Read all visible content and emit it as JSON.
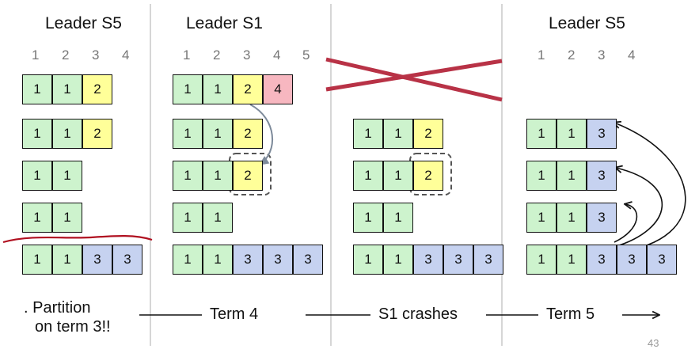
{
  "colors": {
    "term1": "#cdf3cd",
    "term2": "#ffff99",
    "term3": "#c6d2f0",
    "term4": "#f7b7c0",
    "crash_x": "#b83246",
    "partition_line": "#b01020",
    "divider": "#c8c8c8",
    "arrow_gray": "#7d8a9a"
  },
  "panels": [
    {
      "heading": "Leader S5",
      "indices": [
        "1",
        "2",
        "3",
        "4"
      ],
      "servers": [
        [
          {
            "v": "1",
            "t": 1
          },
          {
            "v": "1",
            "t": 1
          },
          {
            "v": "2",
            "t": 2
          }
        ],
        [
          {
            "v": "1",
            "t": 1
          },
          {
            "v": "1",
            "t": 1
          },
          {
            "v": "2",
            "t": 2
          }
        ],
        [
          {
            "v": "1",
            "t": 1
          },
          {
            "v": "1",
            "t": 1
          }
        ],
        [
          {
            "v": "1",
            "t": 1
          },
          {
            "v": "1",
            "t": 1
          }
        ],
        [
          {
            "v": "1",
            "t": 1
          },
          {
            "v": "1",
            "t": 1
          },
          {
            "v": "3",
            "t": 3
          },
          {
            "v": "3",
            "t": 3
          }
        ]
      ]
    },
    {
      "heading": "Leader S1",
      "indices": [
        "1",
        "2",
        "3",
        "4",
        "5"
      ],
      "servers": [
        [
          {
            "v": "1",
            "t": 1
          },
          {
            "v": "1",
            "t": 1
          },
          {
            "v": "2",
            "t": 2
          },
          {
            "v": "4",
            "t": 4
          }
        ],
        [
          {
            "v": "1",
            "t": 1
          },
          {
            "v": "1",
            "t": 1
          },
          {
            "v": "2",
            "t": 2
          }
        ],
        [
          {
            "v": "1",
            "t": 1
          },
          {
            "v": "1",
            "t": 1
          },
          {
            "v": "2",
            "t": 2
          }
        ],
        [
          {
            "v": "1",
            "t": 1
          },
          {
            "v": "1",
            "t": 1
          }
        ],
        [
          {
            "v": "1",
            "t": 1
          },
          {
            "v": "1",
            "t": 1
          },
          {
            "v": "3",
            "t": 3
          },
          {
            "v": "3",
            "t": 3
          },
          {
            "v": "3",
            "t": 3
          }
        ]
      ]
    },
    {
      "heading": "",
      "indices": [],
      "servers": [
        [],
        [
          {
            "v": "1",
            "t": 1
          },
          {
            "v": "1",
            "t": 1
          },
          {
            "v": "2",
            "t": 2
          }
        ],
        [
          {
            "v": "1",
            "t": 1
          },
          {
            "v": "1",
            "t": 1
          },
          {
            "v": "2",
            "t": 2
          }
        ],
        [
          {
            "v": "1",
            "t": 1
          },
          {
            "v": "1",
            "t": 1
          }
        ],
        [
          {
            "v": "1",
            "t": 1
          },
          {
            "v": "1",
            "t": 1
          },
          {
            "v": "3",
            "t": 3
          },
          {
            "v": "3",
            "t": 3
          },
          {
            "v": "3",
            "t": 3
          }
        ]
      ]
    },
    {
      "heading": "Leader S5",
      "indices": [
        "1",
        "2",
        "3",
        "4"
      ],
      "servers": [
        [],
        [
          {
            "v": "1",
            "t": 1
          },
          {
            "v": "1",
            "t": 1
          },
          {
            "v": "3",
            "t": 3
          }
        ],
        [
          {
            "v": "1",
            "t": 1
          },
          {
            "v": "1",
            "t": 1
          },
          {
            "v": "3",
            "t": 3
          }
        ],
        [
          {
            "v": "1",
            "t": 1
          },
          {
            "v": "1",
            "t": 1
          },
          {
            "v": "3",
            "t": 3
          }
        ],
        [
          {
            "v": "1",
            "t": 1
          },
          {
            "v": "1",
            "t": 1
          },
          {
            "v": "3",
            "t": 3
          },
          {
            "v": "3",
            "t": 3
          },
          {
            "v": "3",
            "t": 3
          }
        ]
      ]
    }
  ],
  "bottom": {
    "partition_line1": ". Partition",
    "partition_line2": "on term 3!!",
    "term4": "Term 4",
    "s1_crashes": "S1 crashes",
    "term5": "Term 5"
  },
  "page_number": "43"
}
